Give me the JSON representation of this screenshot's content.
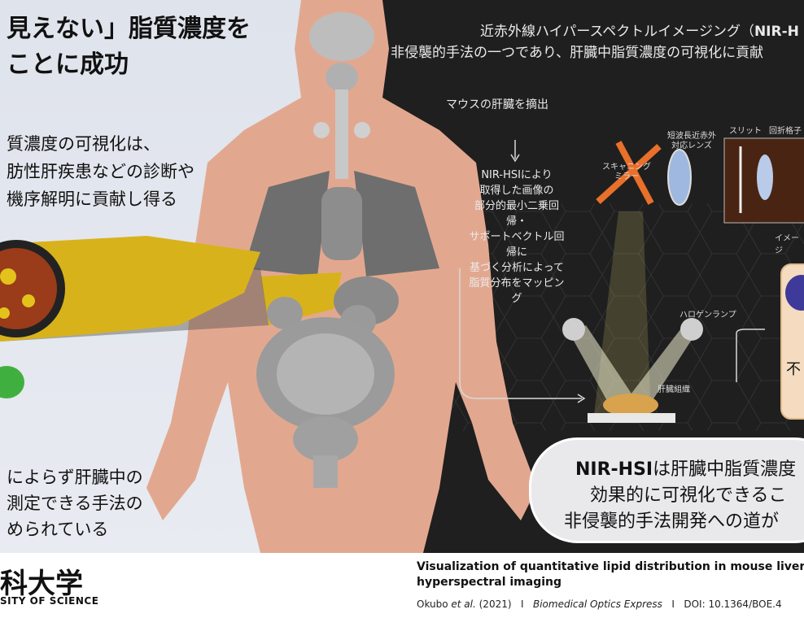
{
  "left": {
    "title_line1": "見えない」脂質濃度を",
    "title_line2": "ことに成功",
    "desc_line1": "質濃度の可視化は、",
    "desc_line2": "肪性肝疾患などの診断や",
    "desc_line3": "機序解明に貢献し得る",
    "bottom_line1": "によらず肝臓中の",
    "bottom_line2": "測定できる手法の",
    "bottom_line3": "められている"
  },
  "right": {
    "header_line1_prefix": "近赤外線ハイパースペクトルイメージング（",
    "header_line1_bold": "NIR-H",
    "header_line2": "非侵襲的手法の一つであり、肝臓中脂質濃度の可視化に貢献",
    "step1": "マウスの肝臓を摘出",
    "step2_line1": "NIR-HSIにより",
    "step2_line2": "取得した画像の",
    "step2_line3": "部分的最小二乗回帰・",
    "step2_line4": "サポートベクトル回帰に",
    "step2_line5": "基づく分析によって",
    "step2_line6": "脂質分布をマッピング",
    "label_lens_line1": "短波長近赤外",
    "label_lens_line2": "対応レンズ",
    "label_slit": "スリット",
    "label_grating": "回折格子",
    "label_mirror_line1": "スキャニング",
    "label_mirror_line2": "ミラー",
    "label_image": "イメージ",
    "label_lamp": "ハロゲンランプ",
    "label_tissue": "肝臓組織",
    "label_partial": "不"
  },
  "callout": {
    "line1_bold": "NIR-HSI",
    "line1_rest": "は肝臓中脂質濃度",
    "line2": "効果的に可視化できるこ",
    "line3": "非侵襲的手法開発への道が"
  },
  "footer": {
    "logo_main": "科大学",
    "logo_sub": "SITY OF SCIENCE",
    "title_line1": "Visualization of quantitative lipid distribution in mouse liver th",
    "title_line2": "hyperspectral imaging",
    "cite_author": "Okubo ",
    "cite_etal": "et al.",
    "cite_year": " (2021)",
    "cite_sep1": "I",
    "cite_journal": "Biomedical Optics Express",
    "cite_sep2": "I",
    "cite_doi": "DOI: 10.1364/BOE.4"
  },
  "colors": {
    "skin": "#e2a88f",
    "dark_bg": "#1f1f1f",
    "liver_gold": "#d8b21b",
    "beam_orange": "#e8702a"
  }
}
